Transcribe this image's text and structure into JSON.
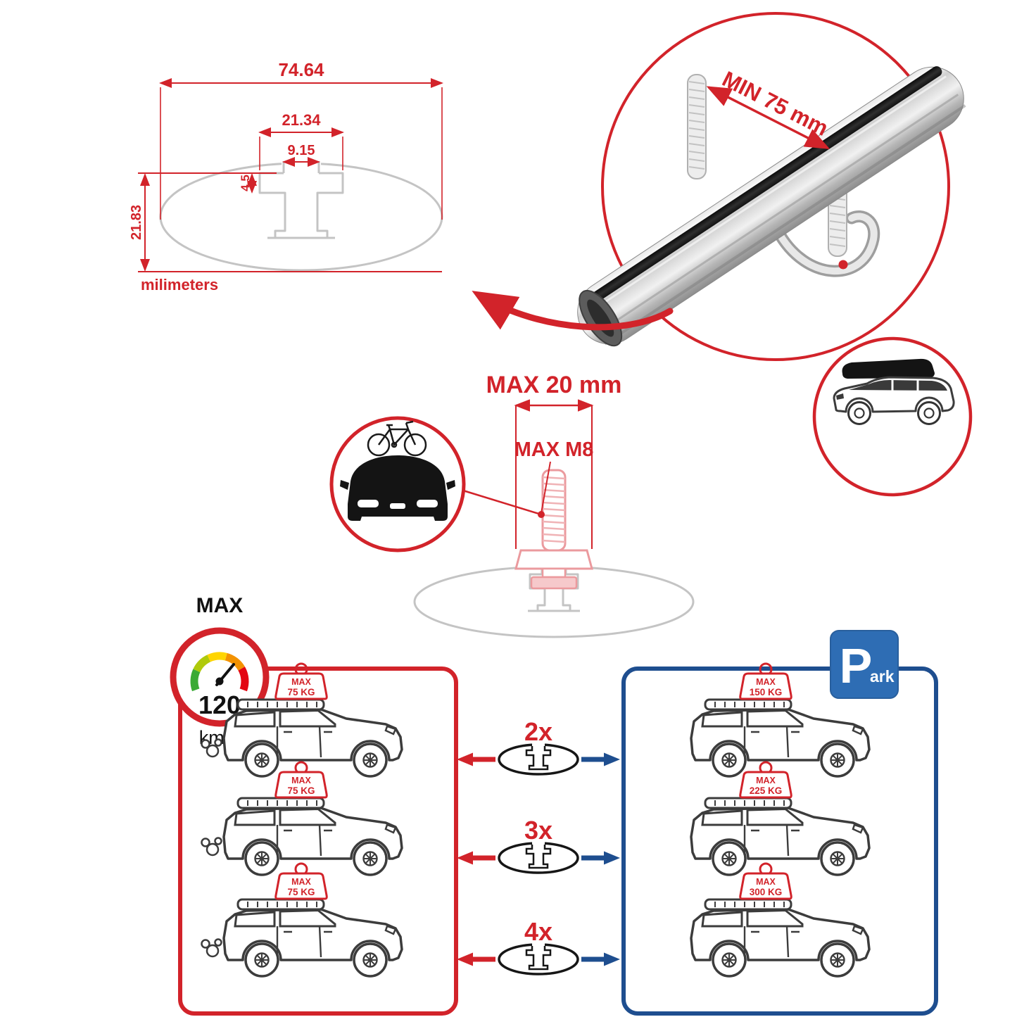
{
  "profile_diagram": {
    "width_total": "74.64",
    "width_channel": "21.34",
    "width_slot": "9.15",
    "lip_depth": "4.5",
    "height": "21.83",
    "units": "milimeters"
  },
  "bar_detail": {
    "clamp_min": "MIN 75 mm"
  },
  "bolt_detail": {
    "max_width": "MAX 20 mm",
    "max_thread": "MAX M8"
  },
  "speed_limit": {
    "label": "MAX",
    "value": "120",
    "units": "km/h"
  },
  "parking_sign": {
    "letter": "P",
    "suffix": "ark"
  },
  "capacity": {
    "rows": [
      {
        "count": "2x",
        "moving": {
          "label": "MAX",
          "value": "75 KG"
        },
        "parked": {
          "label": "MAX",
          "value": "150 KG"
        }
      },
      {
        "count": "3x",
        "moving": {
          "label": "MAX",
          "value": "75 KG"
        },
        "parked": {
          "label": "MAX",
          "value": "225 KG"
        }
      },
      {
        "count": "4x",
        "moving": {
          "label": "MAX",
          "value": "75 KG"
        },
        "parked": {
          "label": "MAX",
          "value": "300 KG"
        }
      }
    ]
  },
  "colors": {
    "accent_red": "#d2232a",
    "accent_blue": "#1e4e8f",
    "sign_blue": "#2e6db4",
    "profile_gray": "#c4c4c4"
  }
}
